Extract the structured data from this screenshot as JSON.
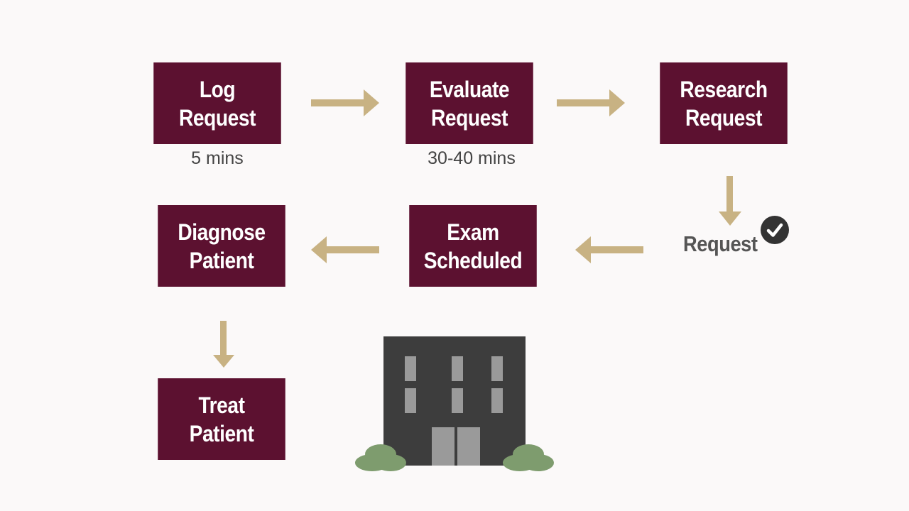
{
  "steps": {
    "log": {
      "line1": "Log",
      "line2": "Request",
      "duration": "5 mins"
    },
    "evaluate": {
      "line1": "Evaluate",
      "line2": "Request",
      "duration": "30-40 mins"
    },
    "research": {
      "line1": "Research",
      "line2": "Request"
    },
    "exam": {
      "line1": "Exam",
      "line2": "Scheduled"
    },
    "diagnose": {
      "line1": "Diagnose",
      "line2": "Patient"
    },
    "treat": {
      "line1": "Treat",
      "line2": "Patient"
    }
  },
  "status": {
    "label": "Request",
    "icon": "check-circle-icon"
  },
  "colors": {
    "box": "#5c1130",
    "arrow": "#c8b283",
    "background": "#fbf9f9",
    "building": "#3d3d3d",
    "window": "#9a9a9a",
    "bush": "#7e9c6e"
  },
  "illustration": {
    "icon": "building-icon"
  }
}
